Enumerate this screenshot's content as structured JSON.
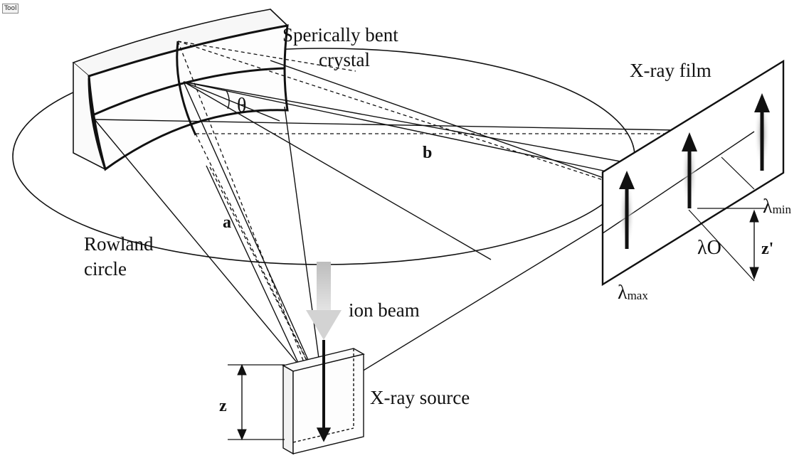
{
  "toolbar": {
    "tool_label": "Tool"
  },
  "labels": {
    "crystal_line1": "Sperically bent",
    "crystal_line2": "crystal",
    "xray_film": "X-ray film",
    "rowland_line1": "Rowland",
    "rowland_line2": "circle",
    "ion_beam": "ion beam",
    "xray_source": "X-ray source",
    "theta": "θ",
    "a": "a",
    "b": "b",
    "z": "z",
    "z_prime": "z'",
    "lambda_min_base": "λ",
    "lambda_min_sub": "min",
    "lambda_o_base": "λ",
    "lambda_o_sub": "O",
    "lambda_max_base": "λ",
    "lambda_max_sub": "max"
  }
}
